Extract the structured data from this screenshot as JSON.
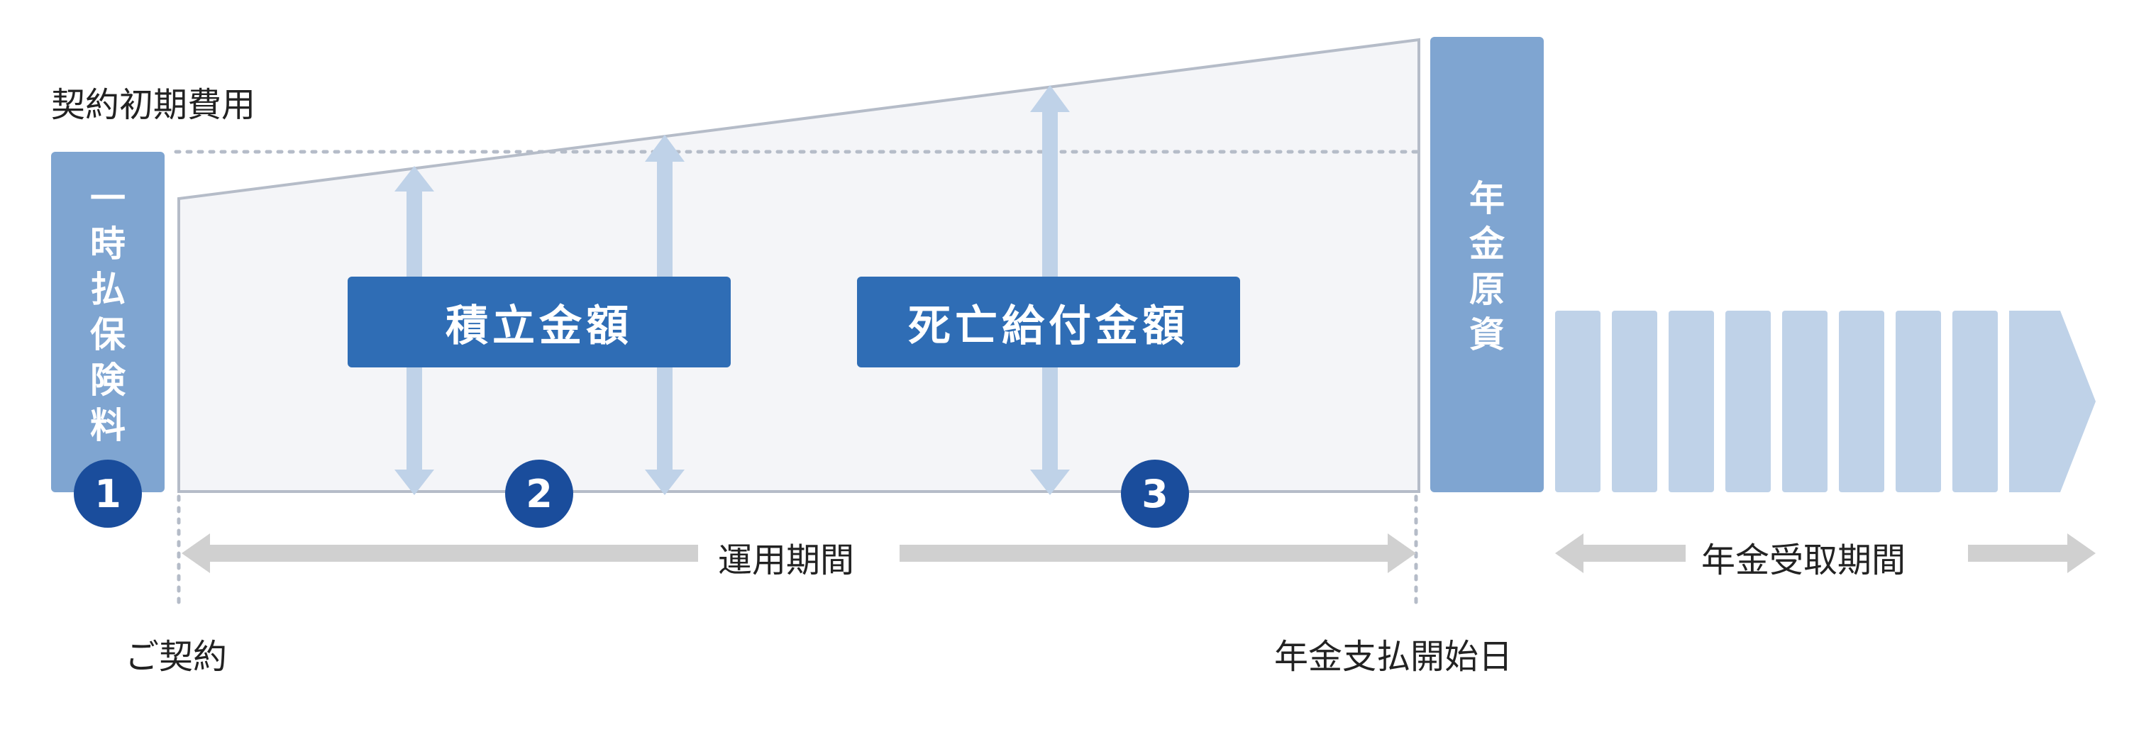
{
  "labels": {
    "initial_cost": "契約初期費用",
    "single_premium": "一時払保険料",
    "accumulated_amount": "積立金額",
    "death_benefit": "死亡給付金額",
    "annuity_principal": "年金原資",
    "operation_period": "運用期間",
    "annuity_receipt_period": "年金受取期間",
    "contract_start": "ご契約",
    "annuity_start_date": "年金支払開始日"
  },
  "markers": [
    "1",
    "2",
    "3"
  ],
  "colors": {
    "premium_bar": "#7fa5d1",
    "label_box": "#2f6db5",
    "marker_circle": "#1a4d9c",
    "light_arrow": "#bfd2e8",
    "period_arrow": "#d0d0d0",
    "area_fill": "#f4f5f8",
    "area_stroke": "#b5bcc8"
  }
}
